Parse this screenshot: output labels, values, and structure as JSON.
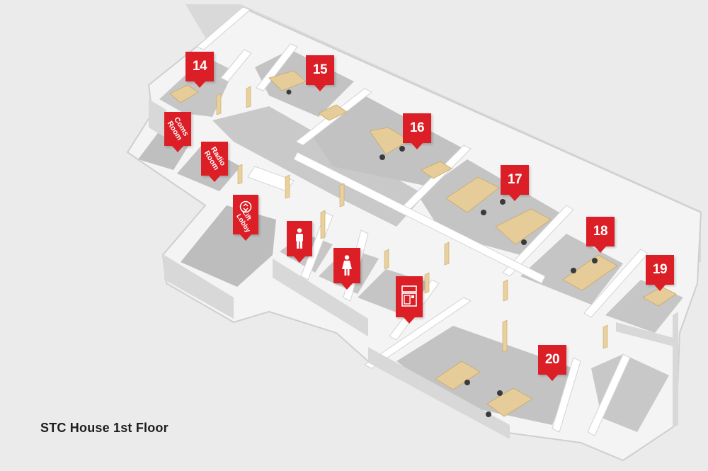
{
  "floor_title": "STC House 1st Floor",
  "colors": {
    "marker": "#dc1f26",
    "background": "#ebebeb",
    "wall_top": "#ffffff",
    "wall_side": "#d6d6d6",
    "carpet": "#c2c2c2",
    "desk": "#e6cc98",
    "chair": "#3a3a3a"
  },
  "markers": {
    "room_14": "14",
    "room_15": "15",
    "room_16": "16",
    "room_17": "17",
    "room_18": "18",
    "room_19": "19",
    "room_20": "20",
    "coms_room": "Coms\nRoom",
    "radio_room": "Radio\nRoom",
    "lift_lobby": "Lift\nLobby"
  },
  "icons": {
    "male_toilet": "male-icon",
    "female_toilet": "female-icon",
    "kitchen": "kitchen-icon",
    "lift": "lift-icon"
  }
}
